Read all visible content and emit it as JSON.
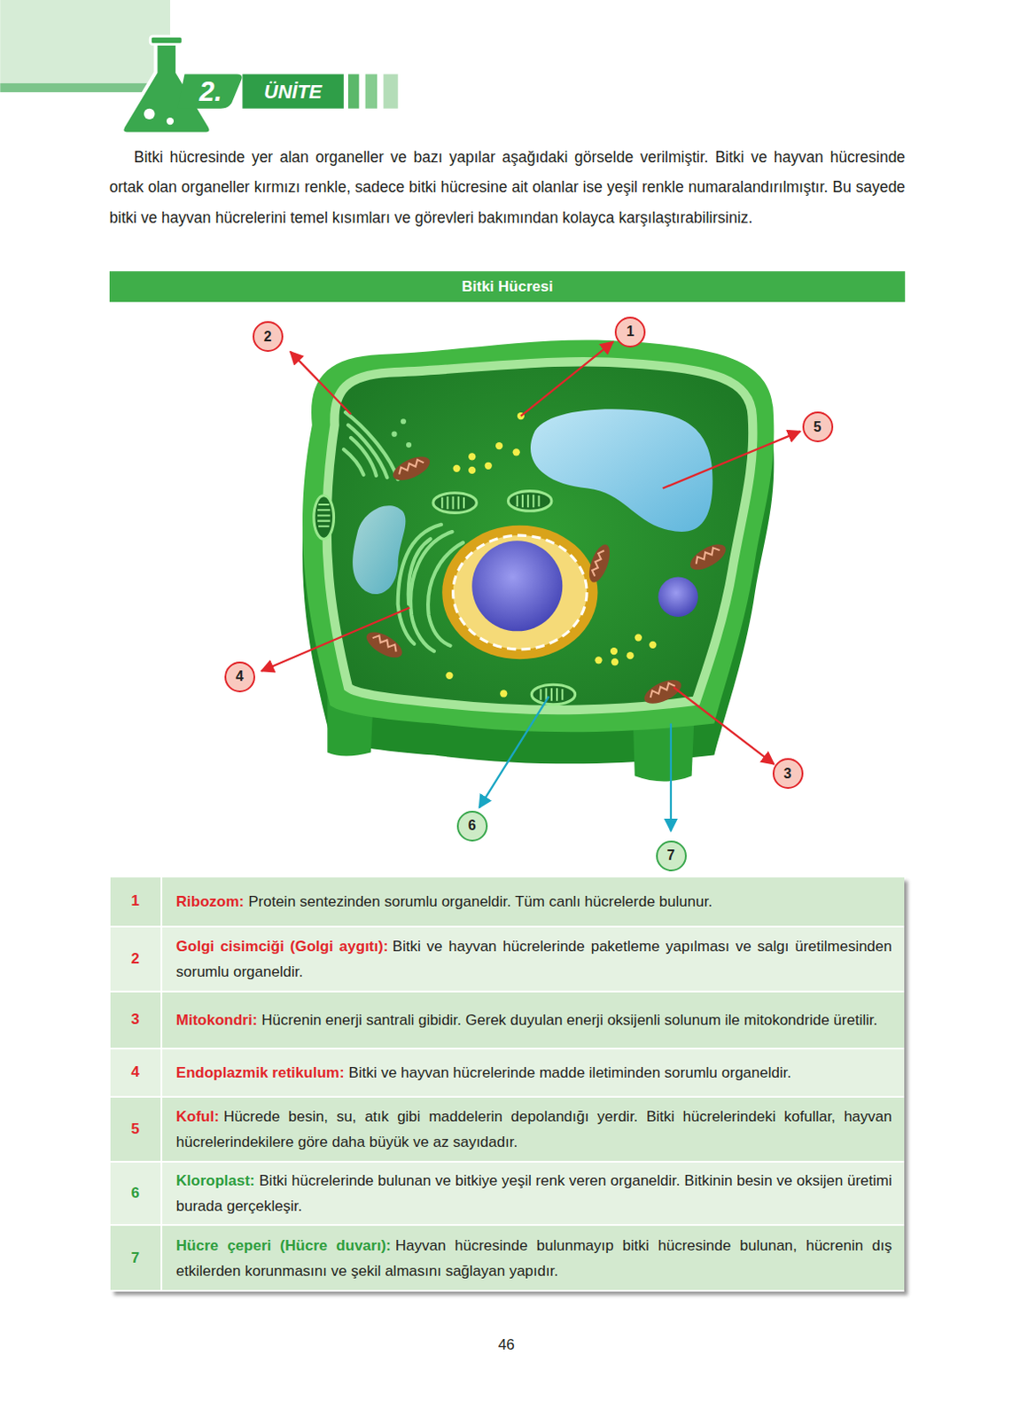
{
  "diagram": {
    "title": "Bitki Hücresi",
    "nodes": [
      {
        "text": [
          "2"
        ]
      },
      {
        "text": [
          "1"
        ]
      },
      {
        "text": [
          "5"
        ]
      },
      {
        "text": [
          "4"
        ]
      },
      {
        "text": [
          "3"
        ]
      },
      {
        "text": [
          "6"
        ]
      },
      {
        "text": [
          "7"
        ]
      }
    ],
    "labels": [
      "2.",
      "ÜNİTE",
      "Bitki hücresinde yer alan organeller ve bazı yapılar aşağıdaki görselde verilmiştir. Bitki ve hayvan hücresinde ortak olan organeller kırmızı renkle, sadece bitki hücresine ait olanlar ise yeşil renkle numaralandırılmıştır. Bu sayede bitki ve hayvan hücrelerini temel kısımları ve görevleri bakımından kolayca karşılaştırabilirsiniz.",
      "1",
      "Ribozom:",
      "Protein sentezinden sorumlu organeldir. Tüm canlı hücrelerde bulunur.",
      "2",
      "Golgi cisimciği (Golgi aygıtı):",
      "Bitki ve hayvan hücrelerinde paketleme yapılması ve salgı üretilmesinden sorumlu organeldir.",
      "3",
      "Mitokondri:",
      "Hücrenin enerji santrali gibidir. Gerek duyulan enerji oksijenli solunum ile mitokondride üretilir.",
      "4",
      "Endoplazmik retikulum:",
      "Bitki ve hayvan hücrelerinde madde iletiminden sorumlu organeldir.",
      "5",
      "Koful:",
      "Hücrede besin, su, atık gibi maddelerin depolandığı yerdir. Bitki hücrelerindeki kofullar, hayvan hücrelerindekilere göre daha büyük ve az sayıdadır.",
      "6",
      "Kloroplast:",
      "Bitki hücrelerinde bulunan ve bitkiye yeşil renk veren organeldir. Bitkinin besin ve oksijen üretimi burada gerçekleşir.",
      "7",
      "Hücre çeperi (Hücre duvarı):",
      "Hayvan hücresinde bulunmayıp bitki hücresinde bulunan, hücrenin dış etkilerden korunmasını ve şekil almasını sağlayan yapıdır.",
      "46"
    ]
  }
}
